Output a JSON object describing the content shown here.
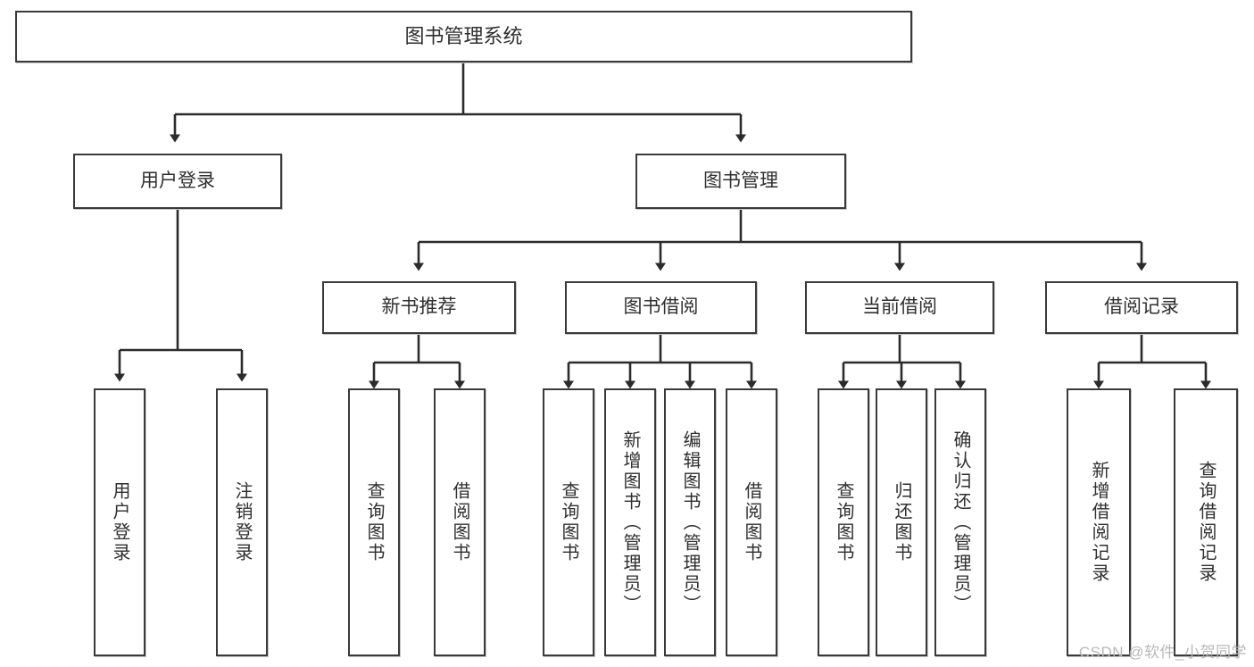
{
  "diagram": {
    "title": "图书管理系统",
    "type": "hierarchy-tree",
    "watermark": "CSDN @软件_小贺同学",
    "colors": {
      "box_border": "#3a3a3a",
      "box_fill": "#ffffff",
      "connector": "#2b2b2b",
      "text": "#2f2f2f",
      "watermark": "#b9b9b9"
    },
    "levels": {
      "root": {
        "label": "图书管理系统"
      },
      "level2": [
        {
          "label": "用户登录"
        },
        {
          "label": "图书管理"
        }
      ],
      "level3": [
        {
          "label": "新书推荐"
        },
        {
          "label": "图书借阅"
        },
        {
          "label": "当前借阅"
        },
        {
          "label": "借阅记录"
        }
      ],
      "leaves": {
        "user_login": [
          {
            "label": "用户登录"
          },
          {
            "label": "注销登录"
          }
        ],
        "new_book_recommend": [
          {
            "label": "查询图书"
          },
          {
            "label": "借阅图书"
          }
        ],
        "book_borrow": [
          {
            "label": "查询图书"
          },
          {
            "label": "新增图书（管理员）"
          },
          {
            "label": "编辑图书（管理员）"
          },
          {
            "label": "借阅图书"
          }
        ],
        "current_borrow": [
          {
            "label": "查询图书"
          },
          {
            "label": "归还图书"
          },
          {
            "label": "确认归还（管理员）"
          }
        ],
        "borrow_records": [
          {
            "label": "新增借阅记录"
          },
          {
            "label": "查询借阅记录"
          }
        ]
      }
    }
  }
}
